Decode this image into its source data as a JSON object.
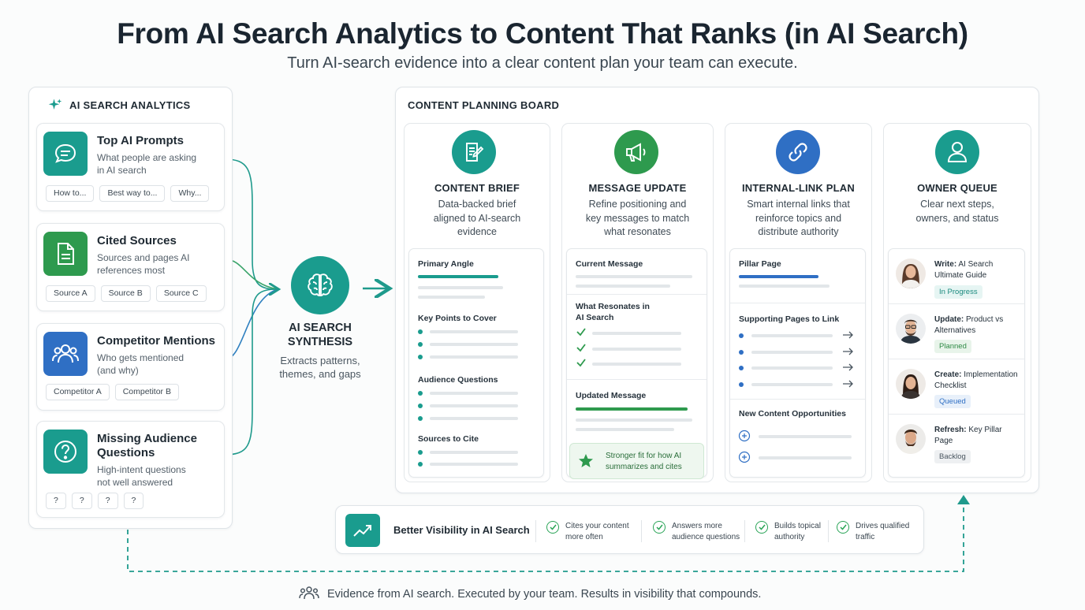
{
  "header": {
    "title": "From AI Search Analytics to Content That Ranks (in AI Search)",
    "subtitle": "Turn AI-search evidence into a clear content plan your team can execute."
  },
  "analytics": {
    "heading": "AI SEARCH ANALYTICS",
    "cards": [
      {
        "title": "Top AI Prompts",
        "desc_1": "What people are asking",
        "desc_2": "in AI search",
        "chips": [
          "How to...",
          "Best way to...",
          "Why..."
        ],
        "icon": "chat-bubble-icon"
      },
      {
        "title": "Cited Sources",
        "desc_1": "Sources and pages AI",
        "desc_2": "references most",
        "chips": [
          "Source A",
          "Source B",
          "Source C"
        ],
        "icon": "document-icon"
      },
      {
        "title": "Competitor Mentions",
        "desc_1": "Who gets mentioned",
        "desc_2": "(and why)",
        "chips": [
          "Competitor A",
          "Competitor B"
        ],
        "icon": "people-icon"
      },
      {
        "title_1": "Missing Audience",
        "title_2": "Questions",
        "desc_1": "High-intent questions",
        "desc_2": "not well answered",
        "chips": [
          "?",
          "?",
          "?",
          "?"
        ],
        "icon": "question-icon"
      }
    ]
  },
  "synthesis": {
    "title_1": "AI SEARCH",
    "title_2": "SYNTHESIS",
    "desc_1": "Extracts patterns,",
    "desc_2": "themes, and gaps",
    "icon": "brain-icon"
  },
  "board": {
    "heading": "CONTENT PLANNING BOARD",
    "columns": [
      {
        "title": "CONTENT BRIEF",
        "desc": [
          "Data-backed brief",
          "aligned to AI-search",
          "evidence"
        ],
        "icon": "edit-document-icon",
        "sections": [
          "Primary Angle",
          "Key Points to Cover",
          "Audience Questions",
          "Sources to Cite"
        ]
      },
      {
        "title": "MESSAGE UPDATE",
        "desc": [
          "Refine positioning and",
          "key messages to match",
          "what resonates"
        ],
        "icon": "megaphone-icon",
        "sections": [
          "Current Message",
          "What Resonates in",
          "AI Search",
          "Updated Message"
        ],
        "note_1": "Stronger fit for how AI",
        "note_2": "summarizes and cites"
      },
      {
        "title": "INTERNAL-LINK PLAN",
        "desc": [
          "Smart internal links that",
          "reinforce topics and",
          "distribute authority"
        ],
        "icon": "link-icon",
        "sections": [
          "Pillar Page",
          "Supporting Pages to Link",
          "New Content Opportunities"
        ]
      },
      {
        "title": "OWNER QUEUE",
        "desc": [
          "Clear next steps,",
          "owners, and status"
        ],
        "icon": "person-icon",
        "tasks": [
          {
            "action": "Write:",
            "line_1": "AI Search",
            "line_2": "Ultimate Guide",
            "status": "In Progress",
            "color": "#1a9c8e"
          },
          {
            "action": "Update:",
            "line_1": "Product vs",
            "line_2": "Alternatives",
            "status": "Planned",
            "color": "#2e9a4e"
          },
          {
            "action": "Create:",
            "line_1": "Implementation",
            "line_2": "Checklist",
            "status": "Queued",
            "color": "#2f6fc4"
          },
          {
            "action": "Refresh:",
            "line_1": "Key Pillar",
            "line_2": "Page",
            "status": "Backlog",
            "color": "#5a6670"
          }
        ]
      }
    ]
  },
  "outcome": {
    "title": "Better Visibility in AI Search",
    "icon": "trend-up-icon",
    "items": [
      {
        "line_1": "Cites your content",
        "line_2": "more often"
      },
      {
        "line_1": "Answers more",
        "line_2": "audience questions"
      },
      {
        "line_1": "Builds topical",
        "line_2": "authority"
      },
      {
        "line_1": "Drives qualified",
        "line_2": "traffic"
      }
    ]
  },
  "footer": {
    "text": "Evidence from AI search. Executed by your team. Results in visibility that compounds.",
    "icon": "team-icon"
  },
  "colors": {
    "teal": "#1a9c8e",
    "green": "#2e9a4e",
    "blue": "#2f6fc4",
    "arrow": "#1f9a8c"
  }
}
